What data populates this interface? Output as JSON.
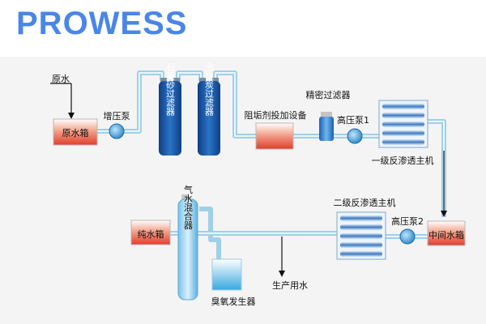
{
  "brand": "PROWESS",
  "labels": {
    "raw_water": "原水",
    "raw_tank": "原水箱",
    "booster_pump": "增压泵",
    "sand_filter": "石英砂过滤器",
    "carbon_filter": "活性炭过滤器",
    "antiscalant": "阻垢剂投加设备",
    "precision_filter": "精密过滤器",
    "hp_pump_1": "高压泵1",
    "ro_stage1": "一级反渗透主机",
    "intermediate_tank": "中间水箱",
    "hp_pump_2": "高压泵2",
    "ro_stage2": "二级反渗透主机",
    "pure_tank": "纯水箱",
    "gas_water_mixer": "气水混合器",
    "ozone_generator": "臭氧发生器",
    "production_water": "生产用水"
  },
  "colors": {
    "brand": "#4a86e8",
    "pipe": "#a9d7ec",
    "tank_red": "#e8432f",
    "filter_blue": "#1e5fa8",
    "membrane": "#3b6fb6",
    "pump": "#2b8fd0"
  }
}
